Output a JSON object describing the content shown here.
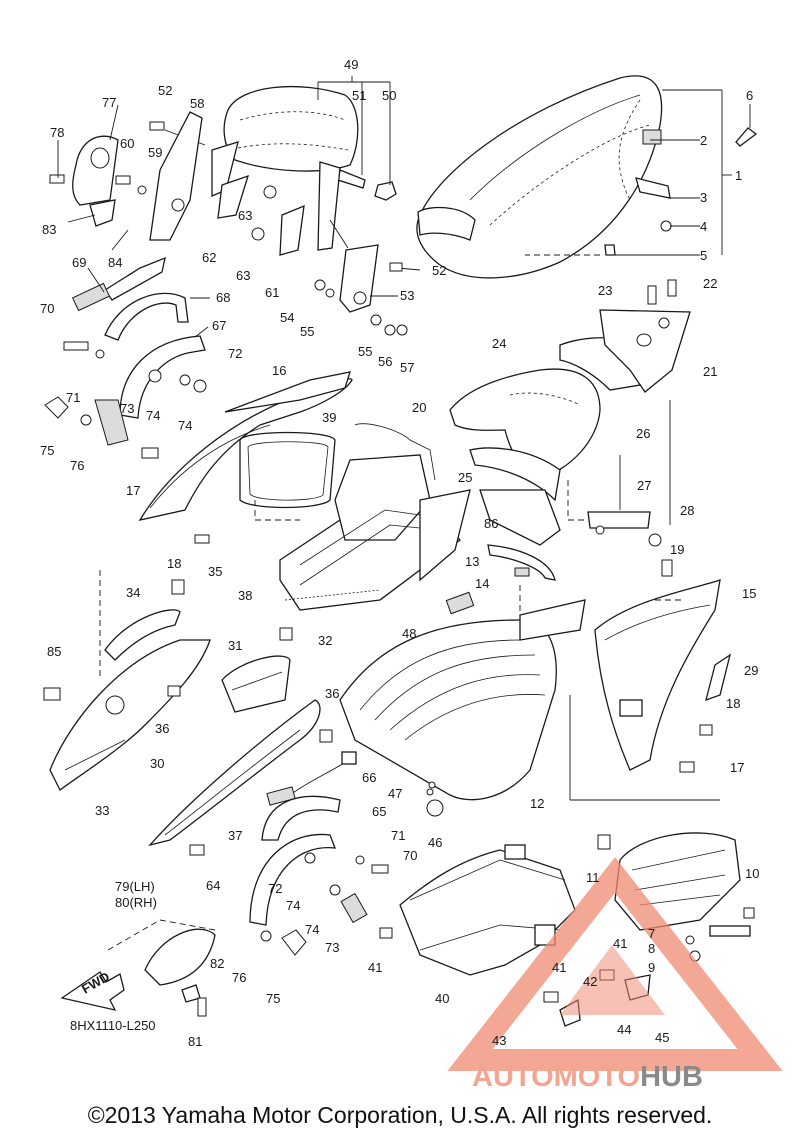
{
  "diagram": {
    "code": "8HX1110-L250",
    "fwd_label": "FWD",
    "side_label_lh": "79(LH)",
    "side_label_rh": "80(RH)",
    "callouts": [
      "1",
      "2",
      "3",
      "4",
      "5",
      "6",
      "7",
      "8",
      "9",
      "10",
      "11",
      "12",
      "13",
      "14",
      "15",
      "16",
      "17",
      "18",
      "19",
      "20",
      "21",
      "22",
      "23",
      "24",
      "25",
      "26",
      "27",
      "28",
      "29",
      "30",
      "31",
      "32",
      "33",
      "34",
      "35",
      "36",
      "37",
      "38",
      "39",
      "40",
      "41",
      "42",
      "43",
      "44",
      "45",
      "46",
      "47",
      "48",
      "49",
      "50",
      "51",
      "52",
      "53",
      "54",
      "55",
      "56",
      "57",
      "58",
      "59",
      "60",
      "61",
      "62",
      "63",
      "64",
      "65",
      "66",
      "67",
      "68",
      "69",
      "70",
      "71",
      "72",
      "73",
      "74",
      "75",
      "76",
      "77",
      "78",
      "81",
      "82",
      "83",
      "84",
      "85",
      "86"
    ]
  },
  "watermark": {
    "logo_name": "automotohub-logo",
    "text": "AUTOMOTOHUB",
    "colors": {
      "accent": "#f08a72",
      "dark": "#8a8a8a"
    }
  },
  "footer": {
    "copyright": "©2013 Yamaha Motor Corporation, U.S.A. All rights reserved."
  }
}
